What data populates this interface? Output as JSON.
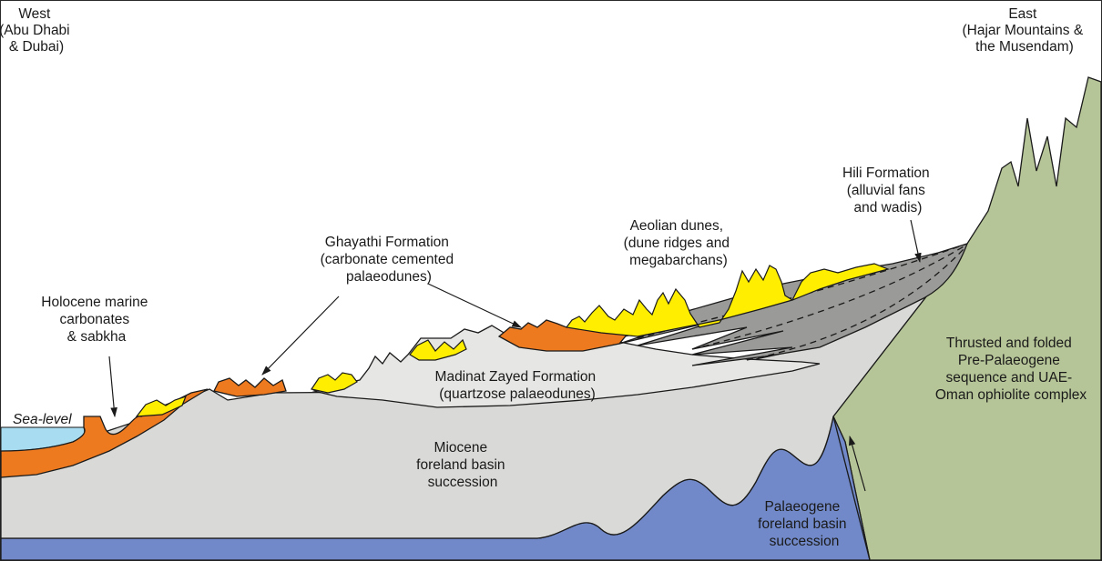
{
  "colors": {
    "background": "#ffffff",
    "sea": "#a8dcf0",
    "palaeogene_basin": "#7189c8",
    "miocene_basin": "#d9dad7",
    "madinat_zayed": "#e6e7e4",
    "carbonate_orange": "#ee7a1f",
    "aeolian_yellow": "#ffee00",
    "hili_grey": "#9a9b98",
    "thrust_green": "#b6c597",
    "outline": "#1a1a1a"
  },
  "labels": {
    "west": [
      "West",
      "(Abu Dhabi",
      "& Dubai)"
    ],
    "east": [
      "East",
      "(Hajar Mountains &",
      "the Musendam)"
    ],
    "sea_level": "Sea-level",
    "holocene": [
      "Holocene marine",
      "carbonates",
      "& sabkha"
    ],
    "ghayathi": [
      "Ghayathi Formation",
      "(carbonate cemented",
      "palaeodunes)"
    ],
    "aeolian": [
      "Aeolian dunes,",
      "(dune ridges and",
      "megabarchans)"
    ],
    "hili": [
      "Hili Formation",
      "(alluvial fans",
      "and wadis)"
    ],
    "madinat": [
      "Madinat Zayed Formation",
      "(quartzose palaeodunes)"
    ],
    "miocene": [
      "Miocene",
      "foreland basin",
      "succession"
    ],
    "palaeogene": [
      "Palaeogene",
      "foreland basin",
      "succession"
    ],
    "thrusted": [
      "Thrusted and folded",
      "Pre-Palaeogene",
      "sequence and UAE-",
      "Oman ophiolite complex"
    ]
  }
}
